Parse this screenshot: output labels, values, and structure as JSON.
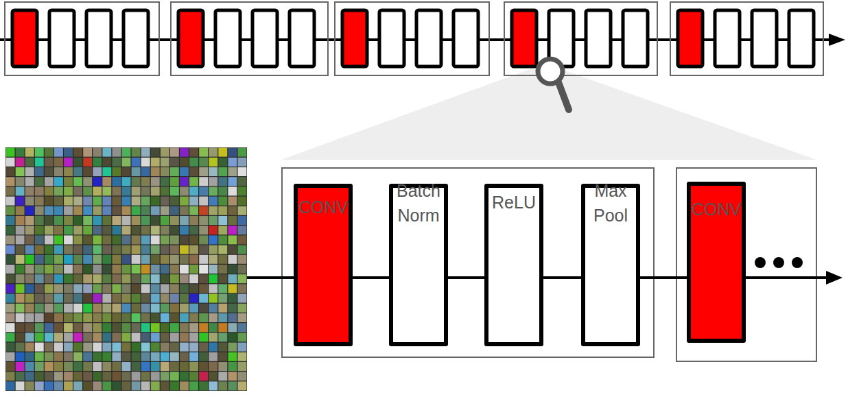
{
  "diagram": {
    "nodes": [
      {
        "text": [
          "CONV"
        ]
      },
      {
        "text": [
          "Batch Norm"
        ]
      },
      {
        "text": [
          "ReLU"
        ]
      },
      {
        "text": [
          "Max Pool"
        ]
      },
      {
        "text": [
          "CONV"
        ]
      }
    ],
    "edges": [
      {
        "from": 0,
        "to": 1,
        "arrow": "none"
      },
      {
        "from": 1,
        "to": 2,
        "arrow": "none"
      },
      {
        "from": 2,
        "to": 3,
        "arrow": "none"
      },
      {
        "from": 3,
        "to": 4,
        "arrow": "none"
      }
    ]
  }
}
